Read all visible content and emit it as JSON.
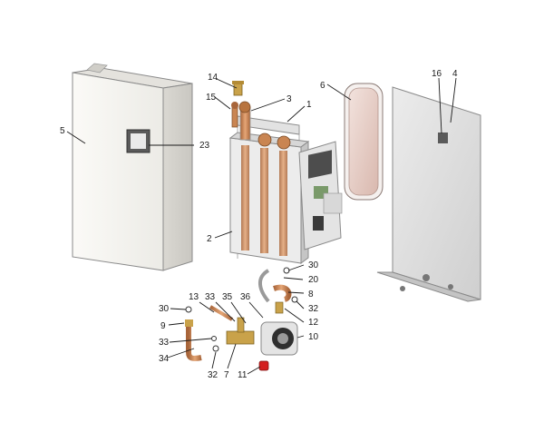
{
  "callouts": [
    {
      "label": "1"
    },
    {
      "label": "2"
    },
    {
      "label": "3"
    },
    {
      "label": "4"
    },
    {
      "label": "5"
    },
    {
      "label": "6"
    },
    {
      "label": "7"
    },
    {
      "label": "8"
    },
    {
      "label": "9"
    },
    {
      "label": "10"
    },
    {
      "label": "11"
    },
    {
      "label": "12"
    },
    {
      "label": "13"
    },
    {
      "label": "14"
    },
    {
      "label": "15"
    },
    {
      "label": "16"
    },
    {
      "label": "20"
    },
    {
      "label": "23"
    },
    {
      "label": "30"
    },
    {
      "label": "30"
    },
    {
      "label": "32"
    },
    {
      "label": "32"
    },
    {
      "label": "33"
    },
    {
      "label": "33"
    },
    {
      "label": "34"
    },
    {
      "label": "35"
    },
    {
      "label": "36"
    }
  ],
  "colors": {
    "background": "#ffffff",
    "cover": "#f3f1ec",
    "back_plate": "#dedede",
    "copper": "#c98552",
    "brass": "#c9a24a",
    "expansion_vessel": "#e9d2cc",
    "pump_red": "#d32020",
    "line": "#1a1a1a"
  }
}
